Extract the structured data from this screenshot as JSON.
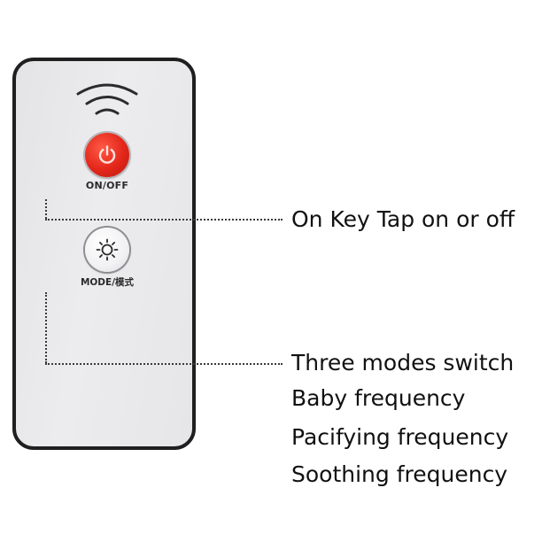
{
  "remote": {
    "signal_icon": "wireless-signal-icon",
    "power_button": {
      "icon": "power-icon",
      "label": "ON/OFF",
      "color": "#e3261a"
    },
    "mode_button": {
      "icon": "sun-icon",
      "label": "MODE/模式"
    }
  },
  "callouts": {
    "power": "On Key Tap on or off",
    "mode": [
      "Three modes switch",
      "Baby frequency",
      "Pacifying frequency",
      "Soothing frequency"
    ]
  }
}
